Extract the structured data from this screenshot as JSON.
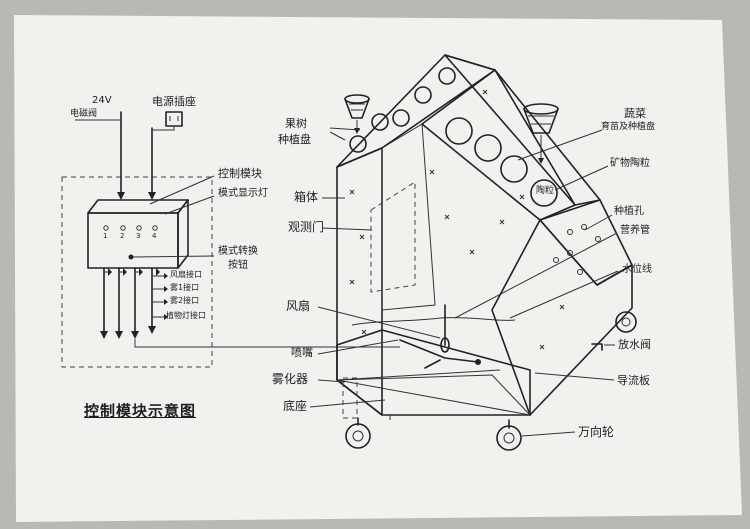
{
  "control": {
    "voltage": "24V",
    "valve_label": "电磁阀",
    "socket_label": "电源插座",
    "module_label": "控制模块",
    "mode_light_label": "模式显示灯",
    "mode_button_label": "模式转换",
    "mode_button_label_2": "按钮",
    "indicator_numbers": [
      "1",
      "2",
      "3",
      "4"
    ],
    "ports": [
      "风扇接口",
      "雾1接口",
      "雾2接口",
      "植物灯接口"
    ],
    "caption": "控制模块示意图"
  },
  "box": {
    "seed_tray": "果树",
    "seed_tray_2": "种植盘",
    "body": "箱体",
    "window": "观测门",
    "fan": "风扇",
    "nozzle": "喷嘴",
    "atomizer": "雾化器",
    "base": "底座",
    "veg_tray": "蔬菜",
    "veg_tray_2": "育苗及种植盘",
    "mineral": "矿物陶粒",
    "planting_holes": "种植孔",
    "nutrient_pipe": "营养管",
    "water_level": "水位线",
    "drain_valve": "放水阀",
    "guide_plate": "导流板",
    "caster": "万向轮",
    "mineral_mark": "陶粒"
  }
}
